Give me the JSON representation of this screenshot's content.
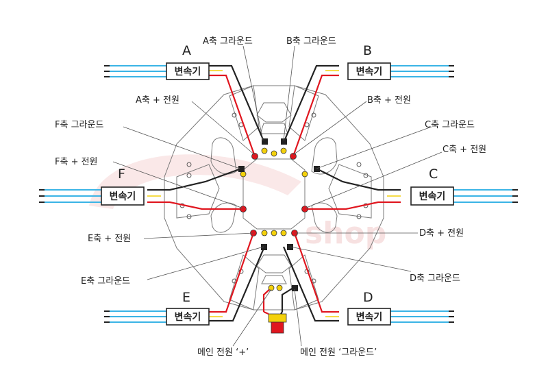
{
  "arm_letters": {
    "a": "A",
    "b": "B",
    "c": "C",
    "d": "D",
    "e": "E",
    "f": "F"
  },
  "esc_label": "변속기",
  "labels": {
    "a_ground": "A축 그라운드",
    "b_ground": "B축 그라운드",
    "a_power": "A축 + 전원",
    "b_power": "B축 + 전원",
    "f_ground": "F축 그라운드",
    "c_ground": "C축 그라운드",
    "f_power": "F축 + 전원",
    "c_power": "C축 + 전원",
    "e_power": "E축 + 전원",
    "d_power": "D축 + 전원",
    "e_ground": "E축 그라운드",
    "d_ground": "D축 그라운드",
    "main_plus": "메인 전원 ‘+’",
    "main_ground": "메인 전원 ‘그라운드’"
  },
  "watermark": "shop",
  "colors": {
    "power_wire": "#e0161f",
    "ground_wire": "#222222",
    "signal_wire": "#3ab4e6",
    "solder_pad": "#f4d10b",
    "frame_line": "#7a7a7a",
    "watermark": "#f2c9c9"
  }
}
